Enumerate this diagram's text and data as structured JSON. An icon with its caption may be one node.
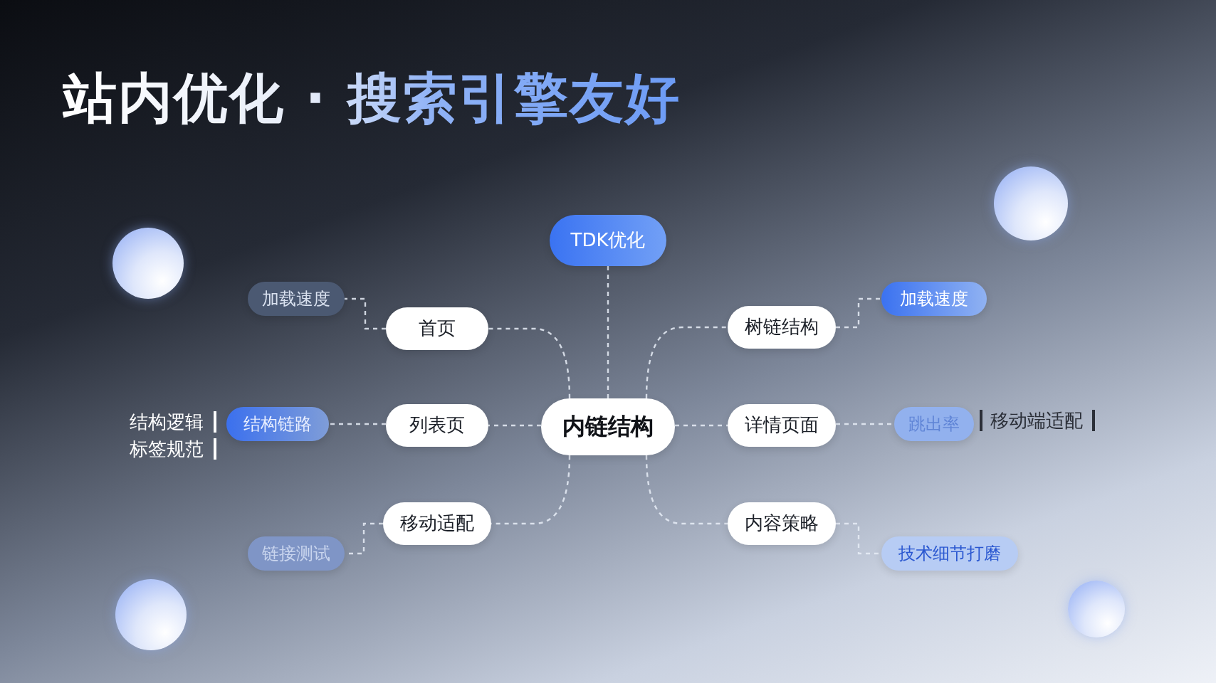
{
  "diagram": {
    "title": "站内优化 · 搜索引擎友好",
    "nodes": [
      {
        "text": [
          "TDK优化"
        ]
      },
      {
        "text": [
          "内链结构"
        ]
      },
      {
        "text": [
          "首页"
        ]
      },
      {
        "text": [
          "列表页"
        ]
      },
      {
        "text": [
          "移动适配"
        ]
      },
      {
        "text": [
          "树链结构"
        ]
      },
      {
        "text": [
          "详情页面"
        ]
      },
      {
        "text": [
          "内容策略"
        ]
      },
      {
        "text": [
          "加载速度"
        ]
      },
      {
        "text": [
          "结构链路"
        ]
      },
      {
        "text": [
          "链接测试"
        ]
      },
      {
        "text": [
          "加载速度"
        ]
      },
      {
        "text": [
          "跳出率"
        ]
      },
      {
        "text": [
          "技术细节打磨"
        ]
      }
    ],
    "edges": [
      {
        "from": 0,
        "to": 1,
        "arrow": "none",
        "style": "dashed"
      },
      {
        "from": 1,
        "to": 2,
        "arrow": "none",
        "style": "dashed"
      },
      {
        "from": 1,
        "to": 3,
        "arrow": "none",
        "style": "dashed"
      },
      {
        "from": 1,
        "to": 4,
        "arrow": "none",
        "style": "dashed"
      },
      {
        "from": 1,
        "to": 5,
        "arrow": "none",
        "style": "dashed"
      },
      {
        "from": 1,
        "to": 6,
        "arrow": "none",
        "style": "dashed"
      },
      {
        "from": 1,
        "to": 7,
        "arrow": "none",
        "style": "dashed"
      },
      {
        "from": 2,
        "to": 8,
        "arrow": "none",
        "style": "dashed"
      },
      {
        "from": 3,
        "to": 9,
        "arrow": "none",
        "style": "dashed"
      },
      {
        "from": 4,
        "to": 10,
        "arrow": "none",
        "style": "dashed"
      },
      {
        "from": 5,
        "to": 11,
        "arrow": "none",
        "style": "dashed"
      },
      {
        "from": 6,
        "to": 12,
        "arrow": "none",
        "style": "dashed"
      },
      {
        "from": 7,
        "to": 13,
        "arrow": "none",
        "style": "dashed"
      }
    ],
    "labels": [
      "结构逻辑",
      "标签规范",
      "移动端适配"
    ]
  }
}
